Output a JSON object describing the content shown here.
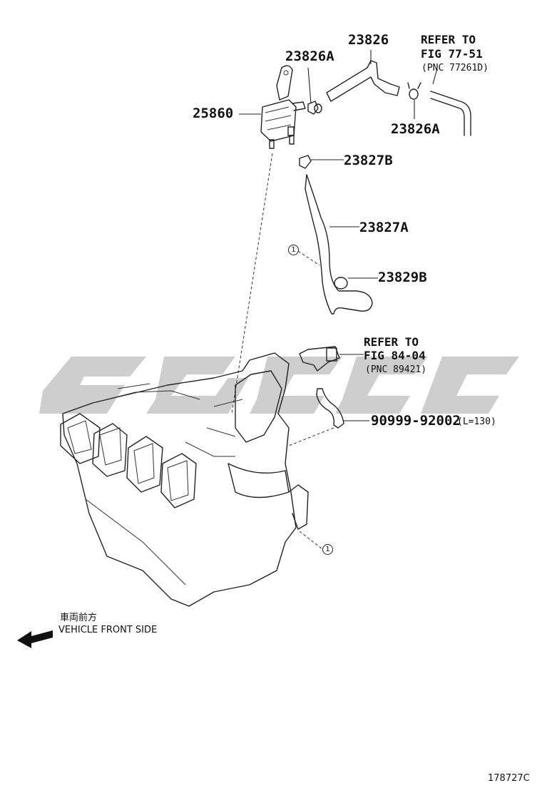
{
  "parts": {
    "p25860": "25860",
    "p23826a_top": "23826A",
    "p23826": "23826",
    "p23826a_right": "23826A",
    "p23827b": "23827B",
    "p23827a": "23827A",
    "p23829b": "23829B",
    "p90999": "90999-92002",
    "p90999_note": "(L=130)"
  },
  "refs": {
    "ref1_line1": "REFER TO",
    "ref1_line2": "FIG 77-51",
    "ref1_line3": "(PNC 77261D)",
    "ref2_line1": "REFER TO",
    "ref2_line2": "FIG 84-04",
    "ref2_line3": "(PNC 89421)"
  },
  "markers": {
    "circle_1": "1"
  },
  "front": {
    "japanese": "車両前方",
    "english": "VEHICLE FRONT SIDE"
  },
  "figure_id": "178727C"
}
